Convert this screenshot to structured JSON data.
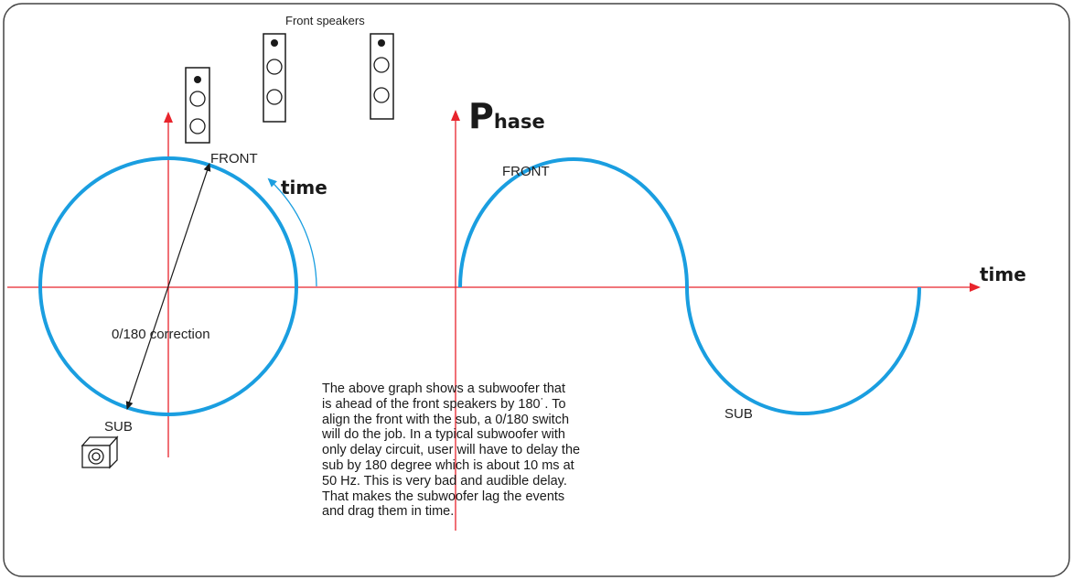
{
  "labels": {
    "front_speakers": "Front speakers",
    "front_left": "FRONT",
    "front_right": "FRONT",
    "time_circle": "time",
    "time_axis": "time",
    "phase_big": "P",
    "phase_rest": "hase",
    "correction": "0/180 correction",
    "sub_left": "SUB",
    "sub_right": "SUB"
  },
  "description": [
    "The above graph shows a  subwoofer that",
    "is ahead of the front speakers by 180˙. To",
    "align the front with the sub, a 0/180 switch",
    "will do the job. In a typical subwoofer with",
    "only delay circuit, user will have to delay the",
    "sub by 180 degree which is about 10 ms at",
    "50 Hz. This is very bad and audible delay.",
    "That makes the subwoofer lag the events",
    "and drag them in time."
  ],
  "colors": {
    "wave": "#1a9ee0",
    "axis": "#e8242c",
    "ink": "#1a1a1a",
    "frame": "#444444"
  },
  "icons": {
    "speaker": "speaker-icon",
    "subwoofer": "subwoofer-icon"
  }
}
